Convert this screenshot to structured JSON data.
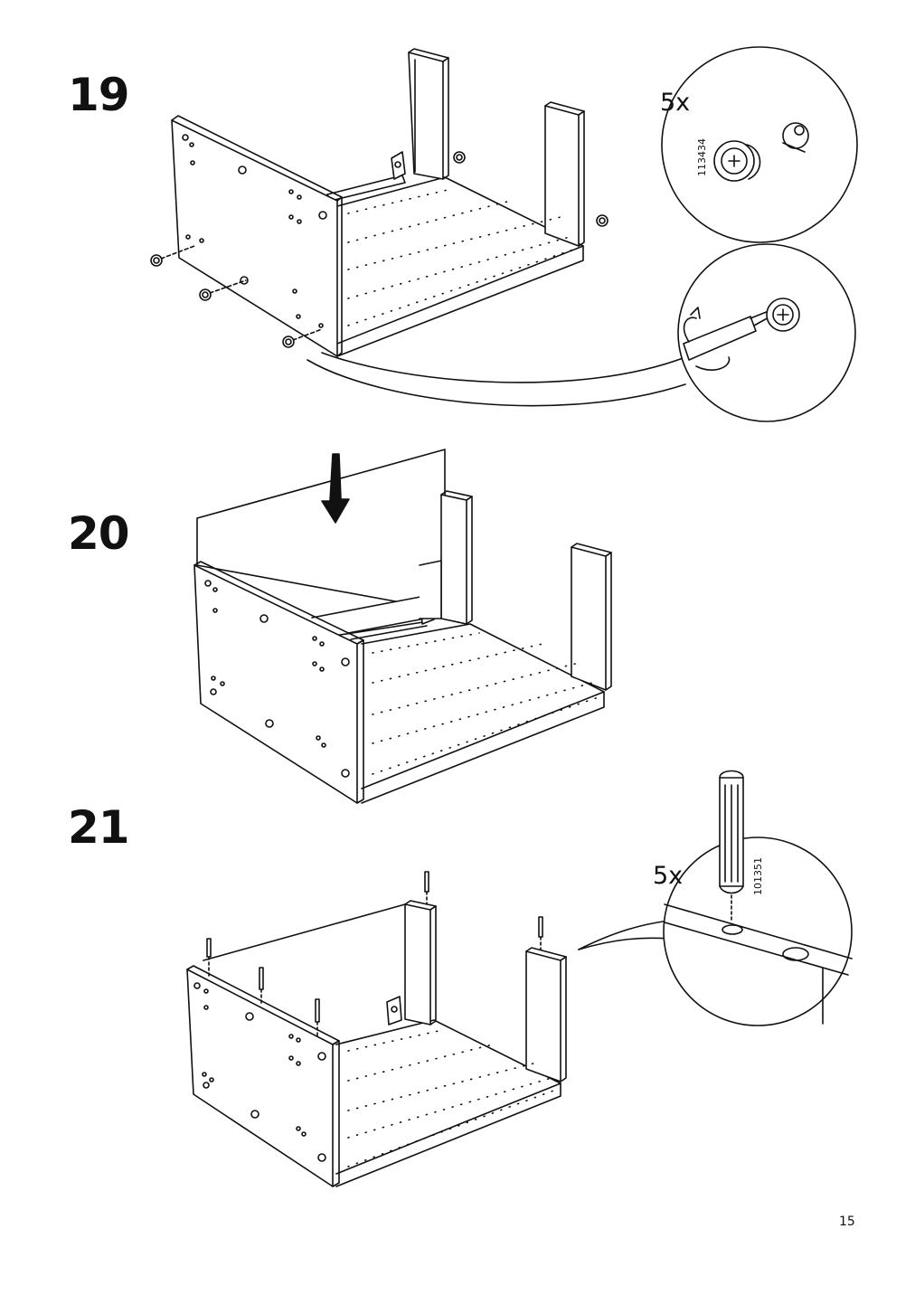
{
  "steps": [
    {
      "number": "19",
      "quantity": "5x",
      "part_number": "113434"
    },
    {
      "number": "20"
    },
    {
      "number": "21",
      "quantity": "5x",
      "part_number": "101351"
    }
  ],
  "page_number": "15"
}
